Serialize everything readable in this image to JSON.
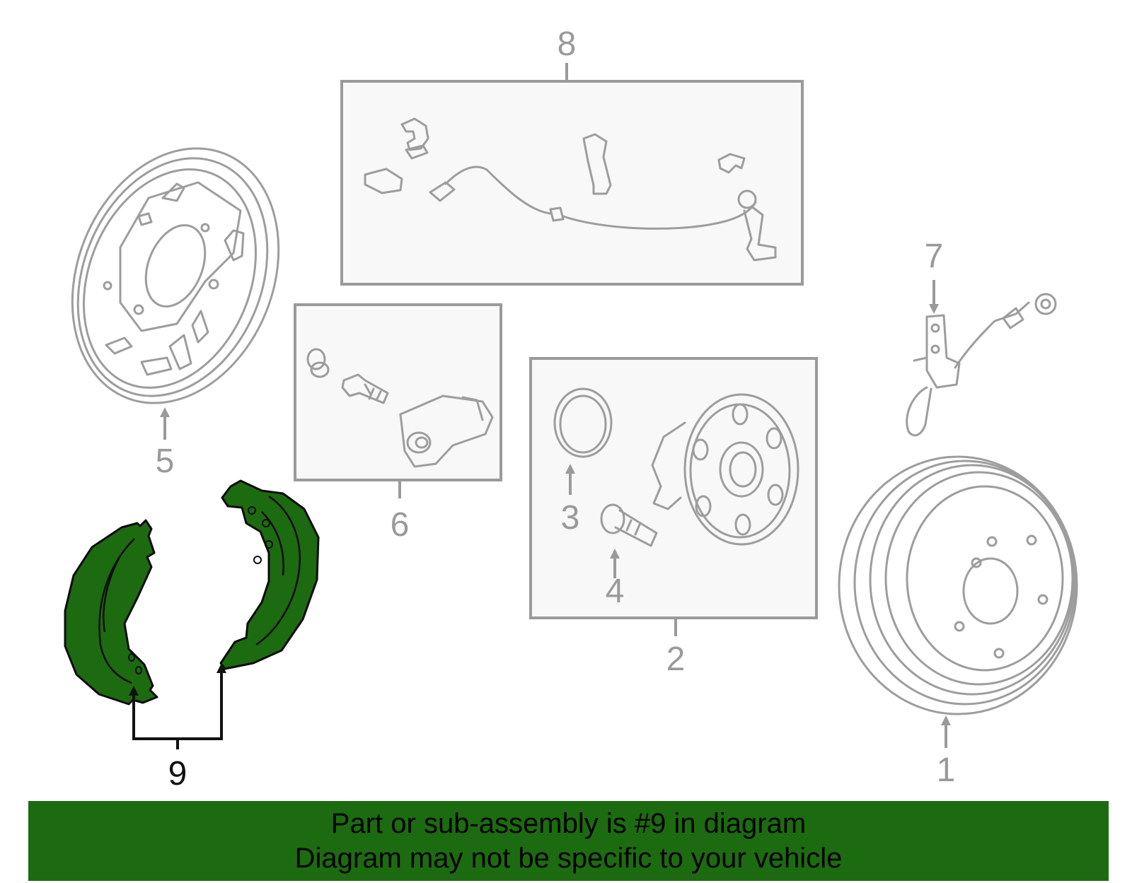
{
  "callouts": {
    "c1": "1",
    "c2": "2",
    "c3": "3",
    "c4": "4",
    "c5": "5",
    "c6": "6",
    "c7": "7",
    "c8": "8",
    "c9": "9"
  },
  "highlighted_part": "9",
  "colors": {
    "highlight": "#1d6b10",
    "part_outline": "#9d9d9d",
    "box_fill": "#f8f8f8"
  },
  "banner": {
    "line1": "Part or sub-assembly is #9 in diagram",
    "line2": "Diagram may not be specific to your vehicle"
  }
}
